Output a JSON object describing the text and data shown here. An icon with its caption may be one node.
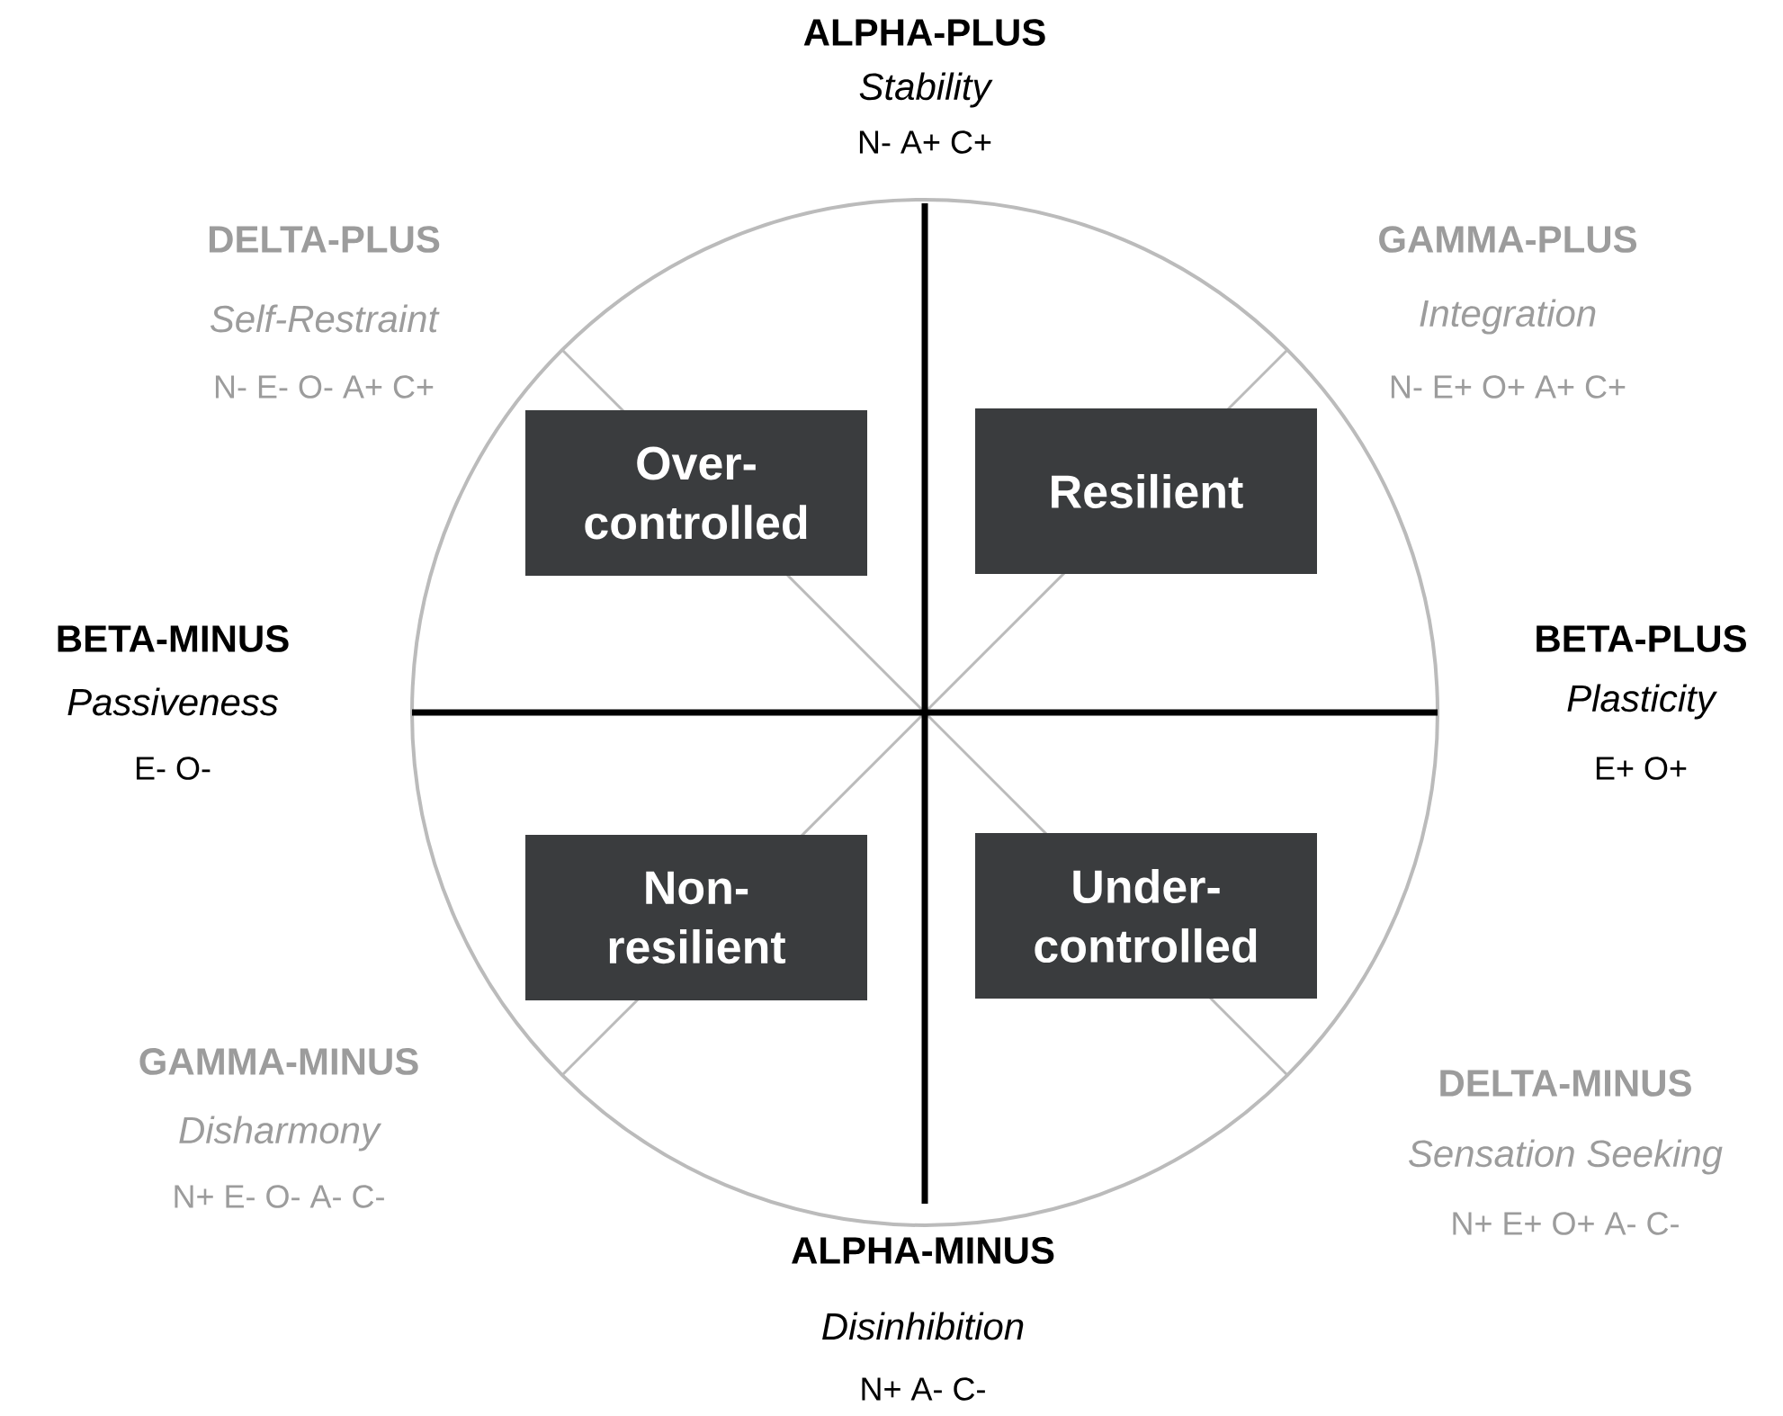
{
  "diagram": {
    "nodes": [
      {
        "text": [
          "Over- controlled"
        ]
      },
      {
        "text": [
          "Resilient"
        ]
      },
      {
        "text": [
          "Non- resilient"
        ]
      },
      {
        "text": [
          "Under- controlled"
        ]
      }
    ],
    "labels": [
      "ALPHA-PLUS",
      "Stability",
      "N- A+ C+",
      "DELTA-PLUS",
      "Self-Restraint",
      "N- E- O- A+ C+",
      "GAMMA-PLUS",
      "Integration",
      "N- E+ O+ A+ C+",
      "BETA-MINUS",
      "Passiveness",
      "E- O-",
      "BETA-PLUS",
      "Plasticity",
      "E+ O+",
      "GAMMA-MINUS",
      "Disharmony",
      "N+ E- O- A- C-",
      "DELTA-MINUS",
      "Sensation Seeking",
      "N+ E+ O+ A- C-",
      "ALPHA-MINUS",
      "Disinhibition",
      "N+ A- C-"
    ]
  }
}
